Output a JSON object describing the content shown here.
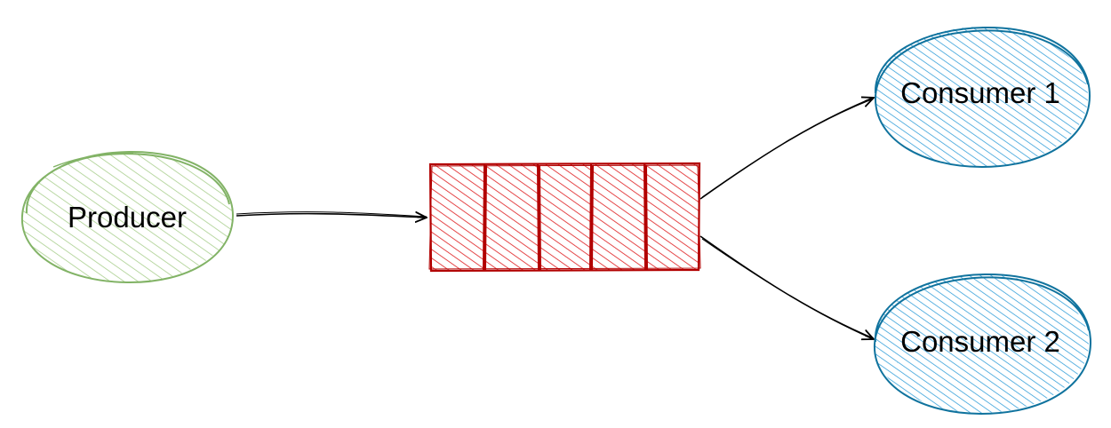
{
  "diagram": {
    "producer": {
      "label": "Producer",
      "stroke": "#82b366",
      "fill": "#d5e8d4"
    },
    "queue": {
      "slots": 5,
      "stroke": "#b20000",
      "fill": "#e51400"
    },
    "consumers": [
      {
        "label": "Consumer 1",
        "stroke": "#10739e",
        "fill": "#1ba1e2"
      },
      {
        "label": "Consumer 2",
        "stroke": "#10739e",
        "fill": "#1ba1e2"
      }
    ],
    "edge_color": "#000000"
  }
}
